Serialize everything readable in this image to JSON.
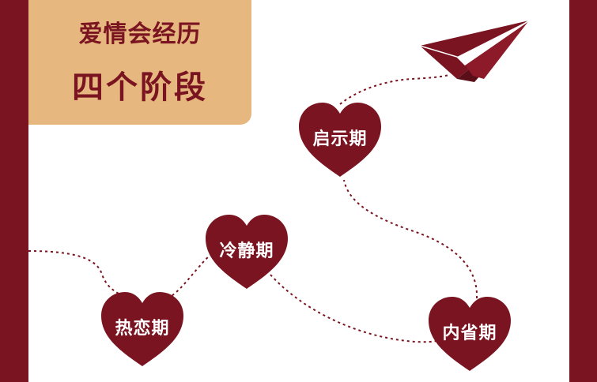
{
  "title": {
    "line1": "爱情会经历",
    "line2": "四个阶段"
  },
  "stages": [
    {
      "id": "rerian",
      "label": "热恋期"
    },
    {
      "id": "lengjing",
      "label": "冷静期"
    },
    {
      "id": "qishi",
      "label": "启示期"
    },
    {
      "id": "neixing",
      "label": "内省期"
    }
  ],
  "colors": {
    "burgundy": "#7a1420",
    "tan": "#e6b77f",
    "white": "#ffffff"
  },
  "icons": [
    "heart-icon",
    "paper-plane-icon"
  ]
}
